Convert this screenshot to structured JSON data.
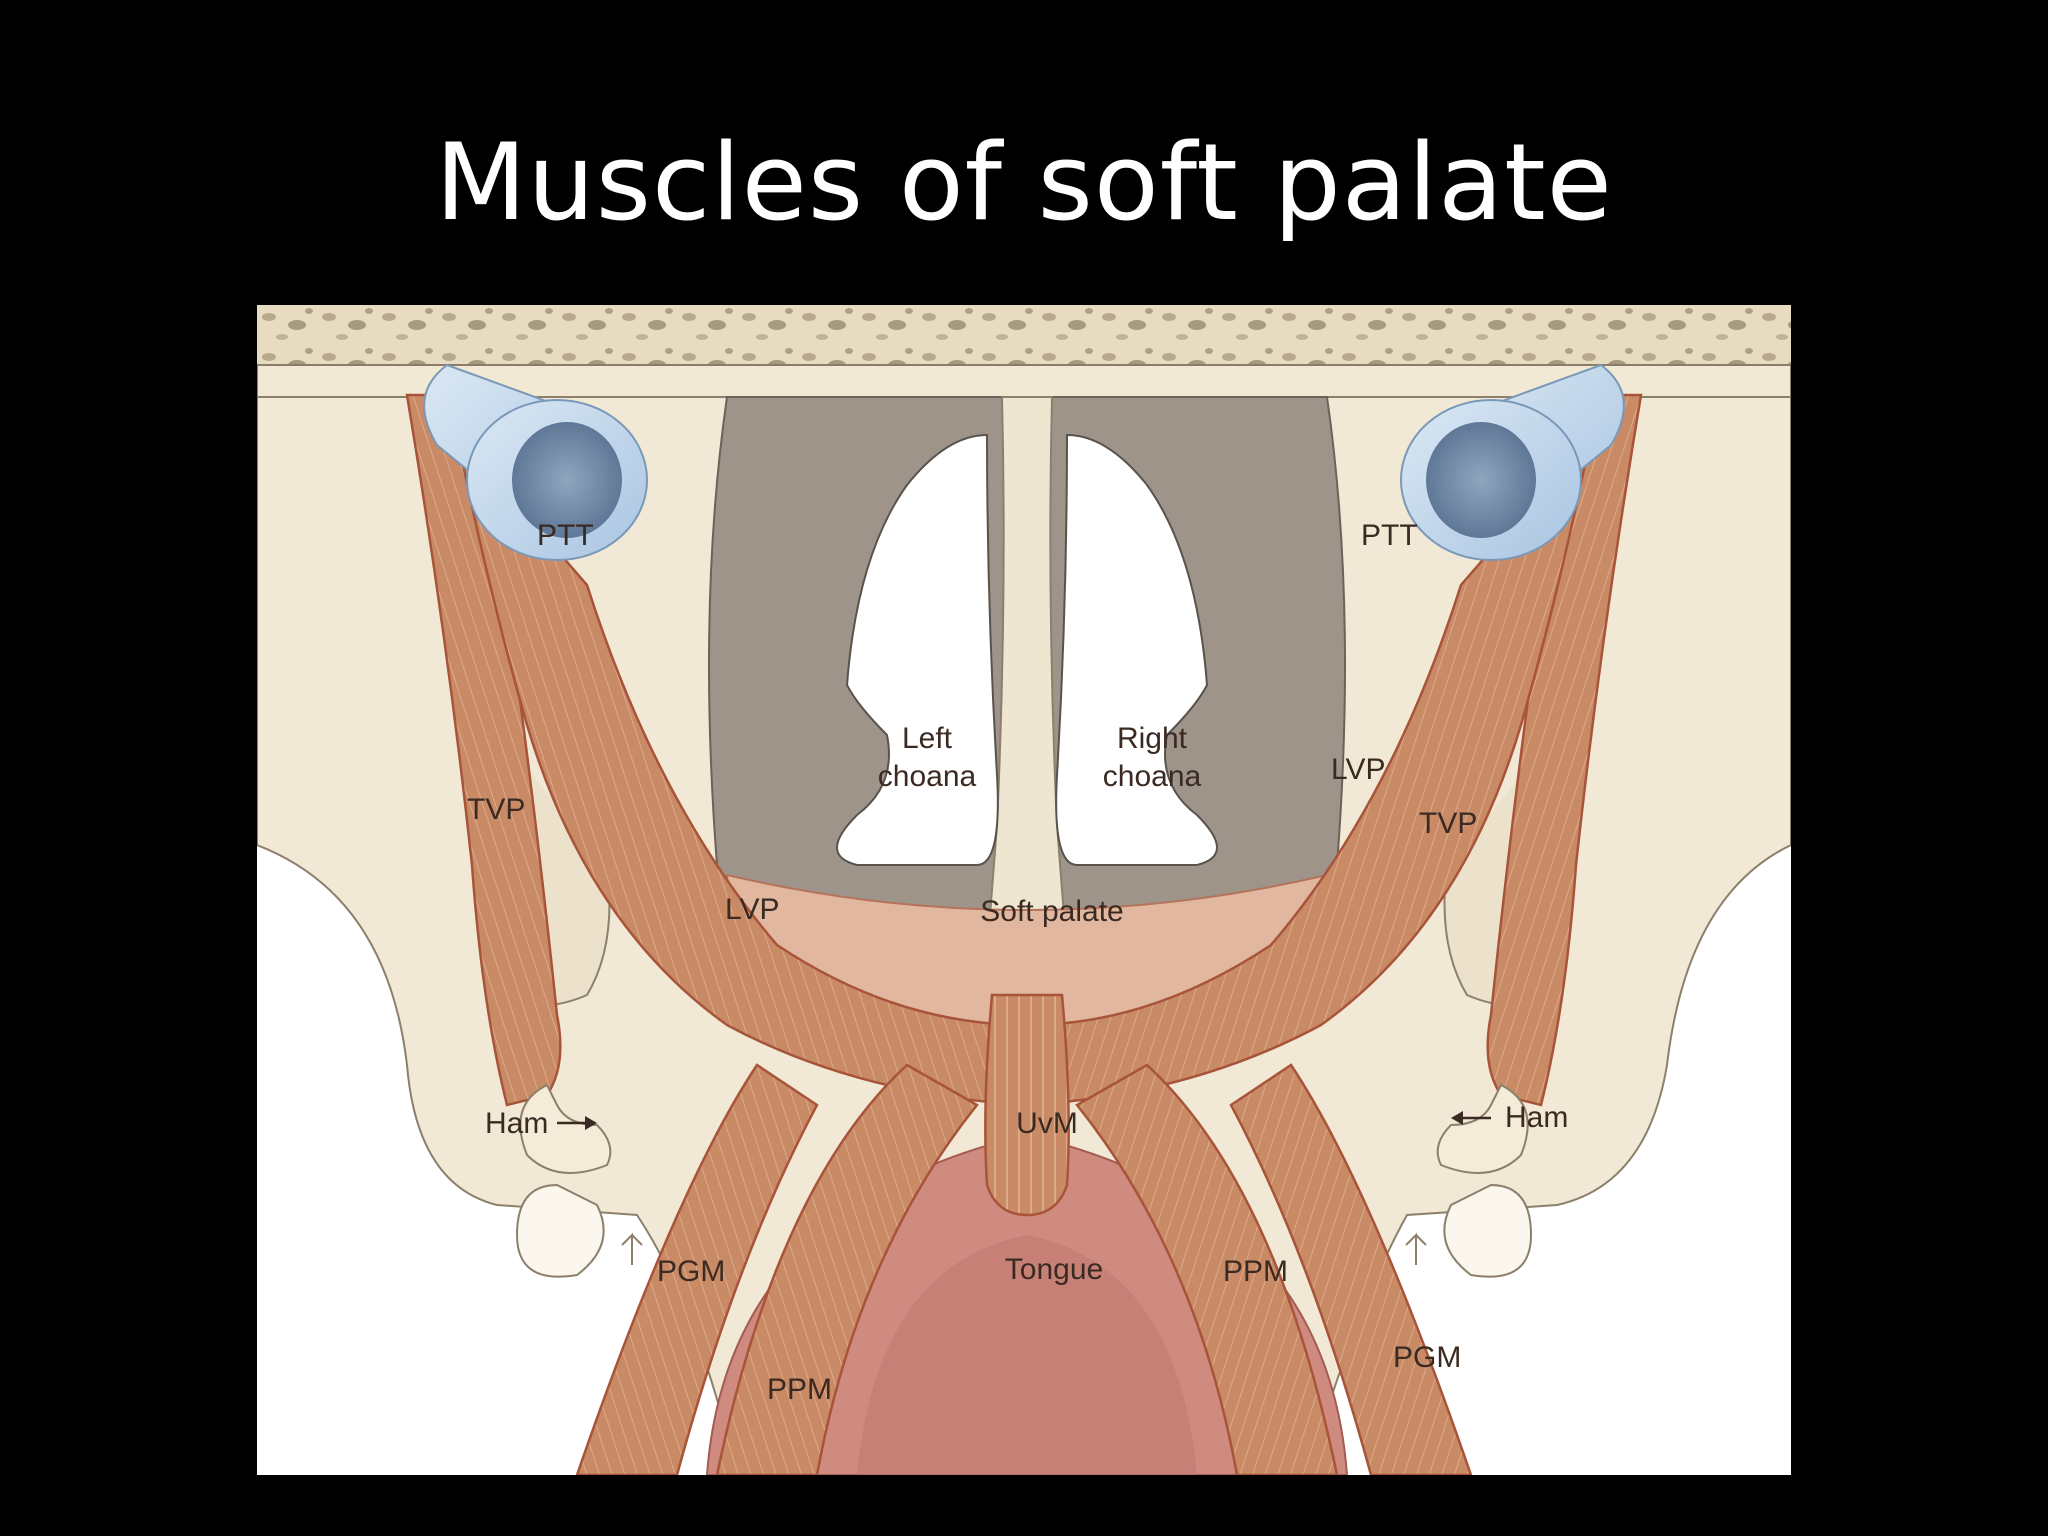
{
  "slide": {
    "title": "Muscles of soft palate"
  },
  "diagram": {
    "labels": {
      "ptt_left": "PTT",
      "ptt_right": "PTT",
      "left_choana_l1": "Left",
      "left_choana_l2": "choana",
      "right_choana_l1": "Right",
      "right_choana_l2": "choana",
      "tvp_left": "TVP",
      "tvp_right": "TVP",
      "lvp_left": "LVP",
      "lvp_right": "LVP",
      "soft_palate": "Soft palate",
      "ham_left": "Ham",
      "ham_right": "Ham",
      "uvm": "UvM",
      "tongue": "Tongue",
      "pgm_left": "PGM",
      "pgm_right": "PGM",
      "ppm_left": "PPM",
      "ppm_right": "PPM"
    },
    "colors": {
      "background": "#000000",
      "muscle": "#c98a66",
      "muscle_outline": "#a8543a",
      "bone": "#f0e8d6",
      "cartilage_tube": "#b9d3ea",
      "choana_shadow": "#9e948a",
      "tongue": "#cf8b80"
    }
  }
}
